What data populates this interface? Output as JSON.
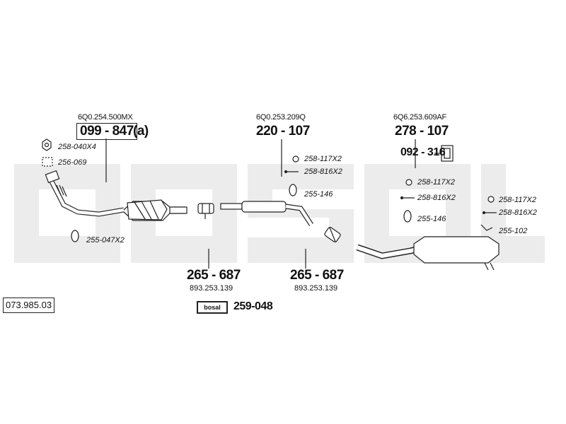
{
  "catalog_number": "073.985.03",
  "brand_logo": "bosal",
  "sections": [
    {
      "oe_number": "6Q0.254.500MX",
      "part_number": "099 - 847",
      "suffix": "(a)",
      "accessories": [
        "258-040X4",
        "256-069",
        "255-047X2"
      ]
    },
    {
      "oe_number": "6Q0.253.209Q",
      "part_number": "220 - 107",
      "accessories": [
        "258-117X2",
        "258-816X2",
        "255-146"
      ]
    },
    {
      "oe_number": "6Q6.253.609AF",
      "part_number": "278 - 107",
      "bracket_part": "092 - 316",
      "accessories": [
        "258-117X2",
        "258-816X2",
        "255-146"
      ]
    },
    {
      "accessories": [
        "258-117X2",
        "258-816X2",
        "255-102"
      ]
    }
  ],
  "clamps": [
    {
      "part_number": "265 - 687",
      "oe_number": "893.253.139"
    },
    {
      "part_number": "265 - 687",
      "oe_number": "893.253.139"
    }
  ],
  "kit": {
    "logo": "bosal",
    "part_number": "259-048"
  }
}
